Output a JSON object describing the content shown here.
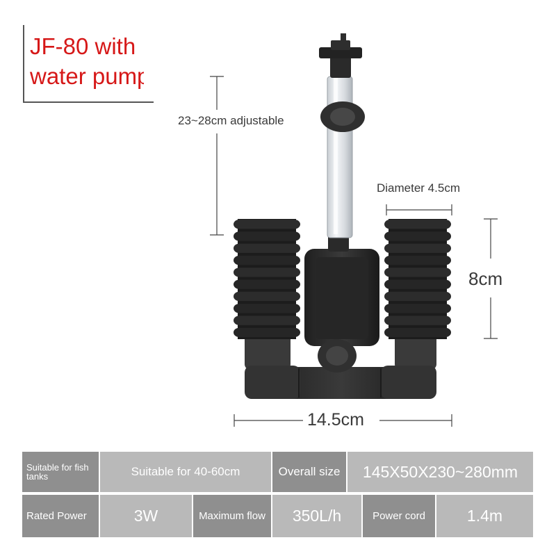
{
  "title": {
    "line1": "JF-80 with",
    "line2": "water pump"
  },
  "dimensions": {
    "height_label": "23~28cm adjustable",
    "diameter_label": "Diameter 4.5cm",
    "sponge_height_label": "8cm",
    "width_label": "14.5cm"
  },
  "specs": {
    "suitable_label": "Suitable for fish tanks",
    "suitable_value": "Suitable for 40-60cm",
    "overall_label": "Overall size",
    "overall_value": "145X50X230~280mm",
    "power_label": "Rated Power",
    "power_value": "3W",
    "flow_label": "Maximum flow",
    "flow_value": "350L/h",
    "cord_label": "Power cord",
    "cord_value": "1.4m"
  },
  "colors": {
    "title_text": "#d61818",
    "table_dark": "#8f8f8f",
    "table_light": "#b9b9b9",
    "product_black": "#2b2b2b"
  }
}
